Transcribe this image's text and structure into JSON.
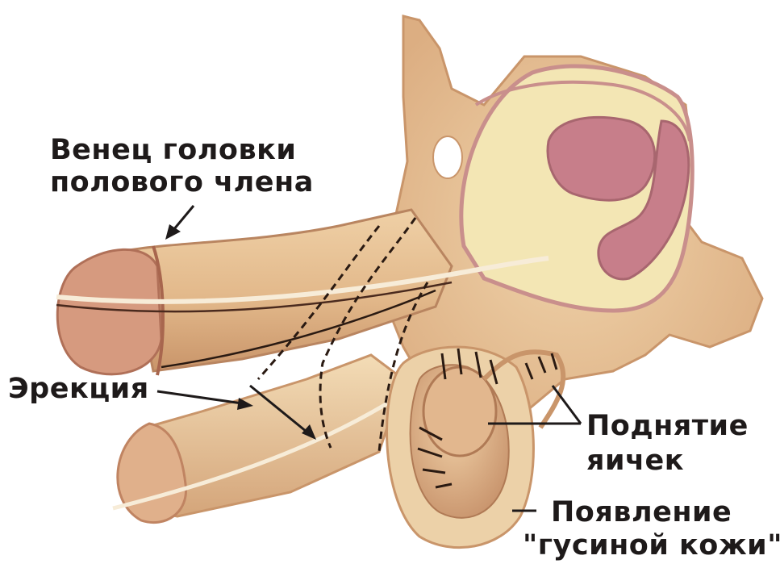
{
  "labels": {
    "corona_line1": "Венец головки",
    "corona_line2": "полового члена",
    "erection": "Эрекция",
    "testes_line1": "Поднятие",
    "testes_line2": "яичек",
    "goose_line1": "Появление",
    "goose_line2": "\"гусиной кожи\""
  },
  "colors": {
    "skin": "#e8c79a",
    "skin_shadow": "#c9956a",
    "glans": "#d69a7f",
    "bladder_fill": "#f3e6b4",
    "bladder_wall": "#c98f8c",
    "prostate": "#c77e8a",
    "label_text": "#1e1a1a",
    "leader": "#1e1a1a"
  }
}
